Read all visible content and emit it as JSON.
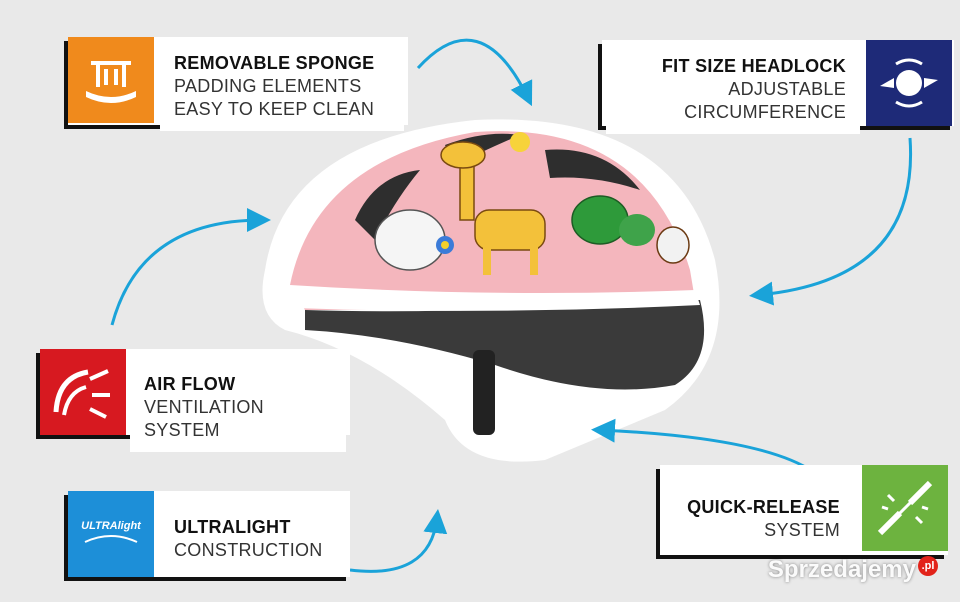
{
  "features": {
    "sponge": {
      "title": "REMOVABLE SPONGE",
      "line1": "PADDING ELEMENTS",
      "line2": "EASY TO KEEP CLEAN",
      "color": "#f08a1c",
      "icon": "sponge-padding-icon"
    },
    "headlock": {
      "title": "FIT SIZE HEADLOCK",
      "line1": "ADJUSTABLE",
      "line2": "CIRCUMFERENCE",
      "color": "#1e2a78",
      "icon": "headlock-dial-icon"
    },
    "airflow": {
      "title": "AIR FLOW",
      "line1": "VENTILATION SYSTEM",
      "color": "#d71920",
      "icon": "air-flow-icon"
    },
    "ultralight": {
      "title": "ULTRALIGHT",
      "line1": "CONSTRUCTION",
      "color": "#1d8fd8",
      "icon": "ultralight-icon",
      "badge": "ULTRAlight"
    },
    "quickrelease": {
      "title": "QUICK-RELEASE",
      "line1": "SYSTEM",
      "color": "#6db33f",
      "icon": "buckle-icon"
    }
  },
  "watermark": {
    "text": "Sprzedajemy",
    "suffix": ".pl"
  },
  "colors": {
    "arrow": "#1aa3d9",
    "helmet_shell": "#f4b6bd",
    "padding": "#3a3a3a"
  }
}
